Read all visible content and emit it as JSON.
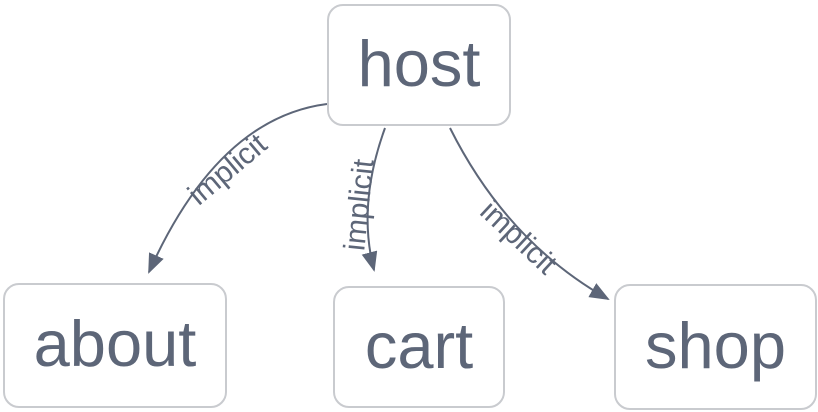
{
  "diagram": {
    "type": "flowchart",
    "nodes": [
      {
        "id": "host",
        "label": "host"
      },
      {
        "id": "about",
        "label": "about"
      },
      {
        "id": "cart",
        "label": "cart"
      },
      {
        "id": "shop",
        "label": "shop"
      }
    ],
    "edges": [
      {
        "from": "host",
        "to": "about",
        "label": "implicit"
      },
      {
        "from": "host",
        "to": "cart",
        "label": "implicit"
      },
      {
        "from": "host",
        "to": "shop",
        "label": "implicit"
      }
    ],
    "colors": {
      "node_border": "#c9cbcf",
      "node_fill": "#ffffff",
      "node_text": "#5d6678",
      "edge": "#5d6678",
      "edge_label": "#5d6678",
      "background": "#ffffff"
    }
  }
}
